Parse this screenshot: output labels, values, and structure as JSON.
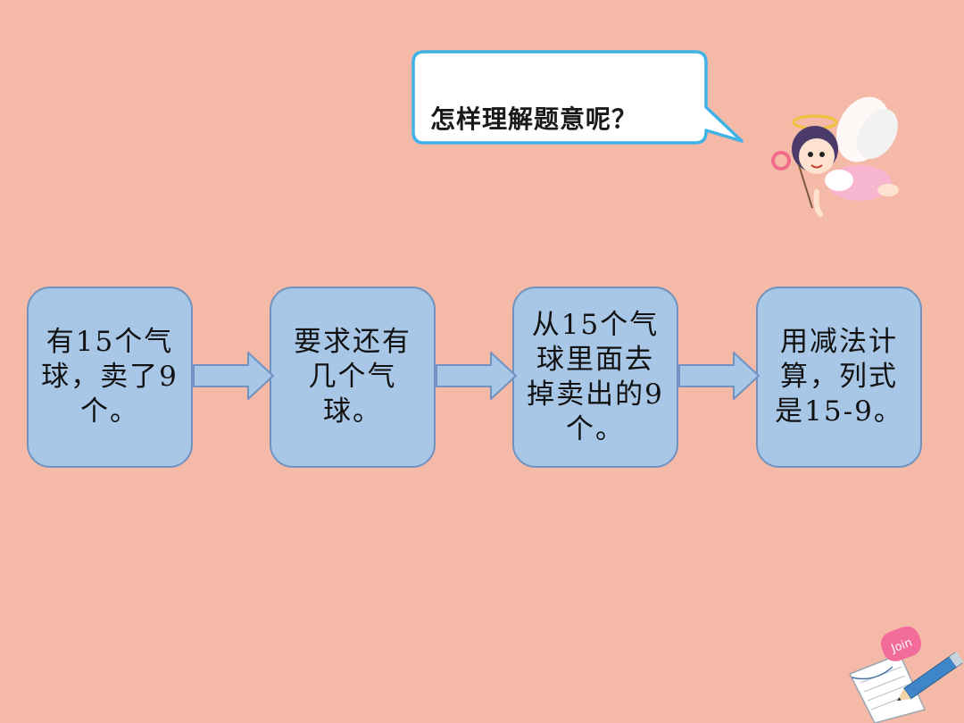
{
  "bubble": {
    "text": "怎样理解题意呢？"
  },
  "flow": {
    "steps": [
      "有15个气球，卖了9个。",
      "要求还有几个气球。",
      "从15个气球里面去掉卖出的9个。",
      "用减法计算，列式是15-9。"
    ]
  },
  "decor": {
    "note_text": "Join"
  },
  "colors": {
    "background": "#f4b9a7",
    "box_fill": "#a8c6e6",
    "box_border": "#6f93c0",
    "bubble_border": "#3fb3e8"
  }
}
